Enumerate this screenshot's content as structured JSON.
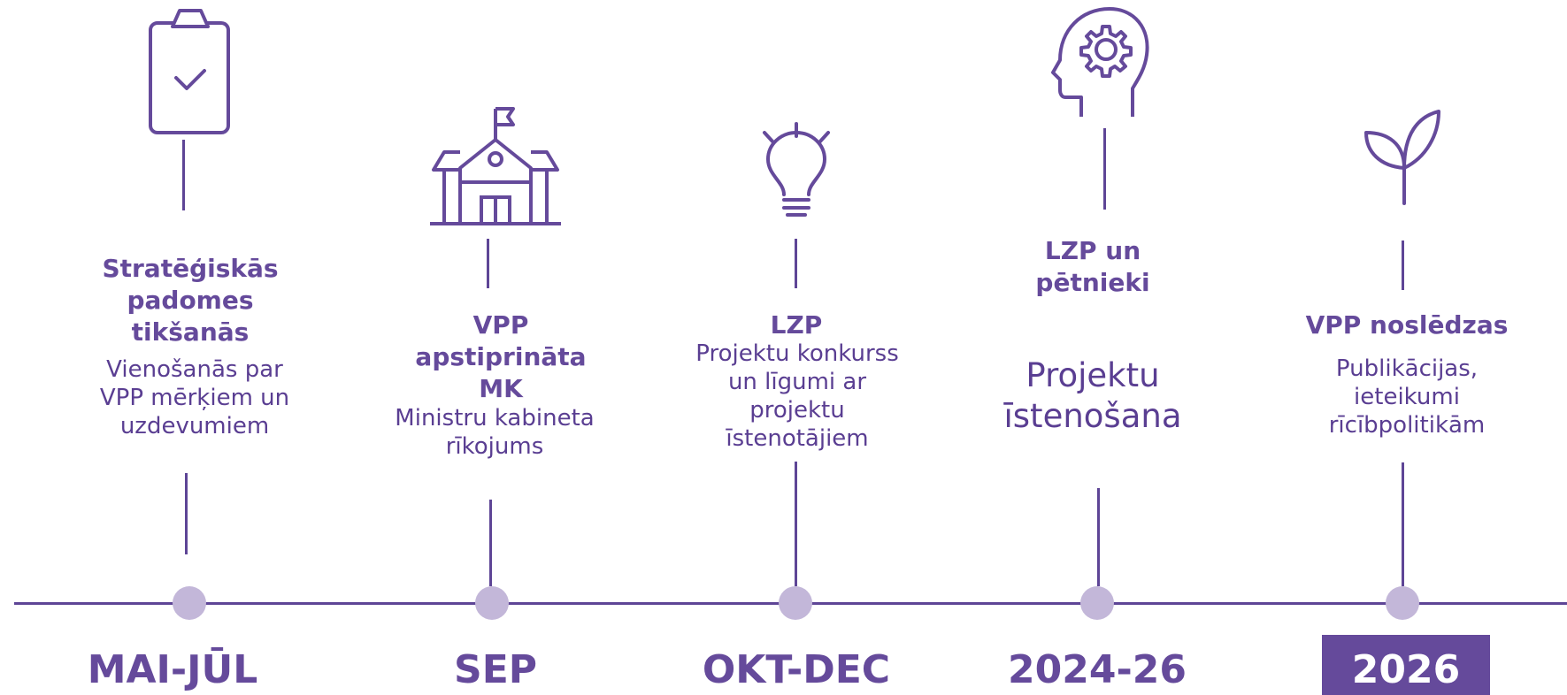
{
  "accent_color": "#654a9b",
  "dot_color": "#c3b7d9",
  "stages": [
    {
      "icon": "clipboard-check-icon",
      "title": "Stratēģiskās padomes tikšanās",
      "description": "Vienošanās par VPP mērķiem un uzdevumiem",
      "period": "MAI-JŪL"
    },
    {
      "icon": "school-building-icon",
      "title": "VPP apstiprināta MK",
      "description": "Ministru kabineta rīkojums",
      "period": "SEP"
    },
    {
      "icon": "lightbulb-icon",
      "title": "LZP",
      "description": "Projektu konkurss un līgumi ar projektu īstenotājiem",
      "period": "OKT-DEC"
    },
    {
      "icon": "head-gear-icon",
      "title": "LZP un pētnieki",
      "description": "Projektu īstenošana",
      "period": "2024-26"
    },
    {
      "icon": "sprout-icon",
      "title": "VPP noslēdzas",
      "description": "Publikācijas, ieteikumi rīcībpolitikām",
      "period": "2026",
      "highlighted": true
    }
  ]
}
